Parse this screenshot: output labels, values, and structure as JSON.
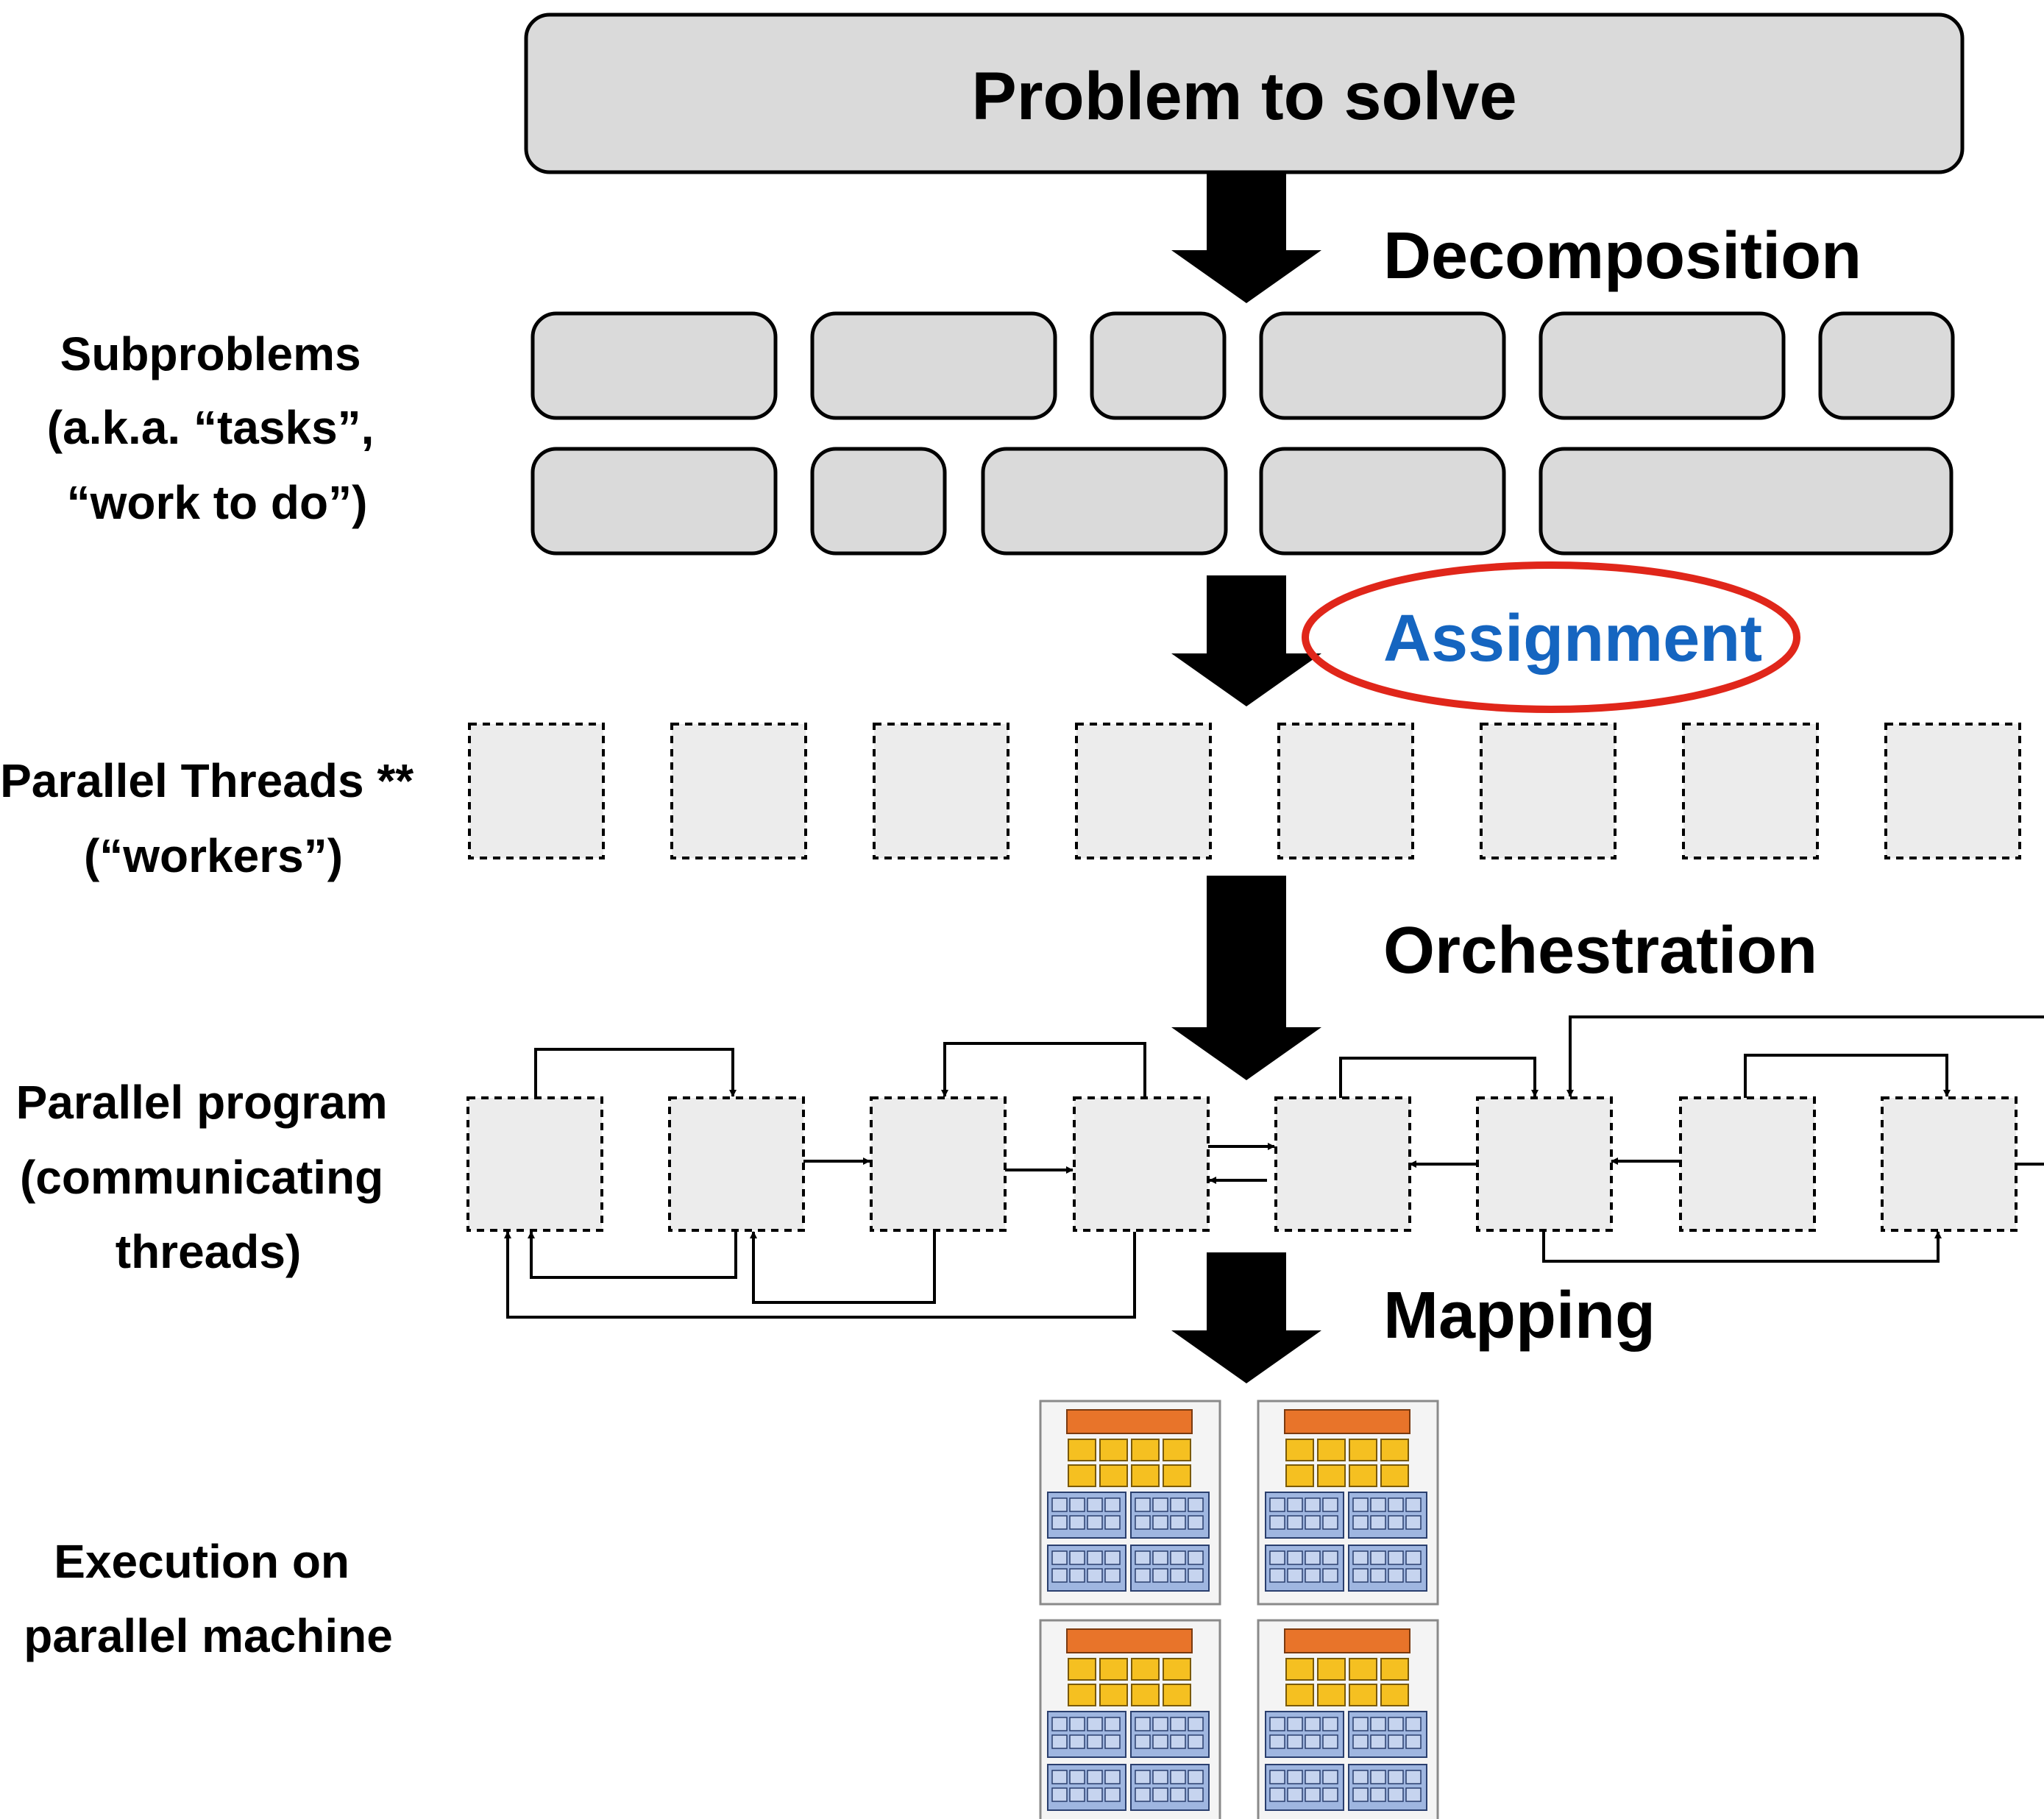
{
  "title": "Problem to solve",
  "stages": {
    "decomposition": "Decomposition",
    "assignment": "Assignment",
    "orchestration": "Orchestration",
    "mapping": "Mapping"
  },
  "row_labels": {
    "subproblems": [
      "Subproblems",
      "(a.k.a. “tasks”,",
      "“work to do”)"
    ],
    "threads": [
      "Parallel Threads **",
      "(“workers”)"
    ],
    "program": [
      "Parallel program",
      "(communicating",
      "threads)"
    ],
    "execution": [
      "Execution on",
      "parallel machine"
    ]
  },
  "colors": {
    "box_fill": "#dadada",
    "thread_fill": "#ececec",
    "assignment_text": "#1565c0",
    "assignment_ellipse": "#e0261a",
    "core_orange": "#e8742a",
    "core_yellow": "#f5c021",
    "core_blue": "#9fb6e0"
  }
}
